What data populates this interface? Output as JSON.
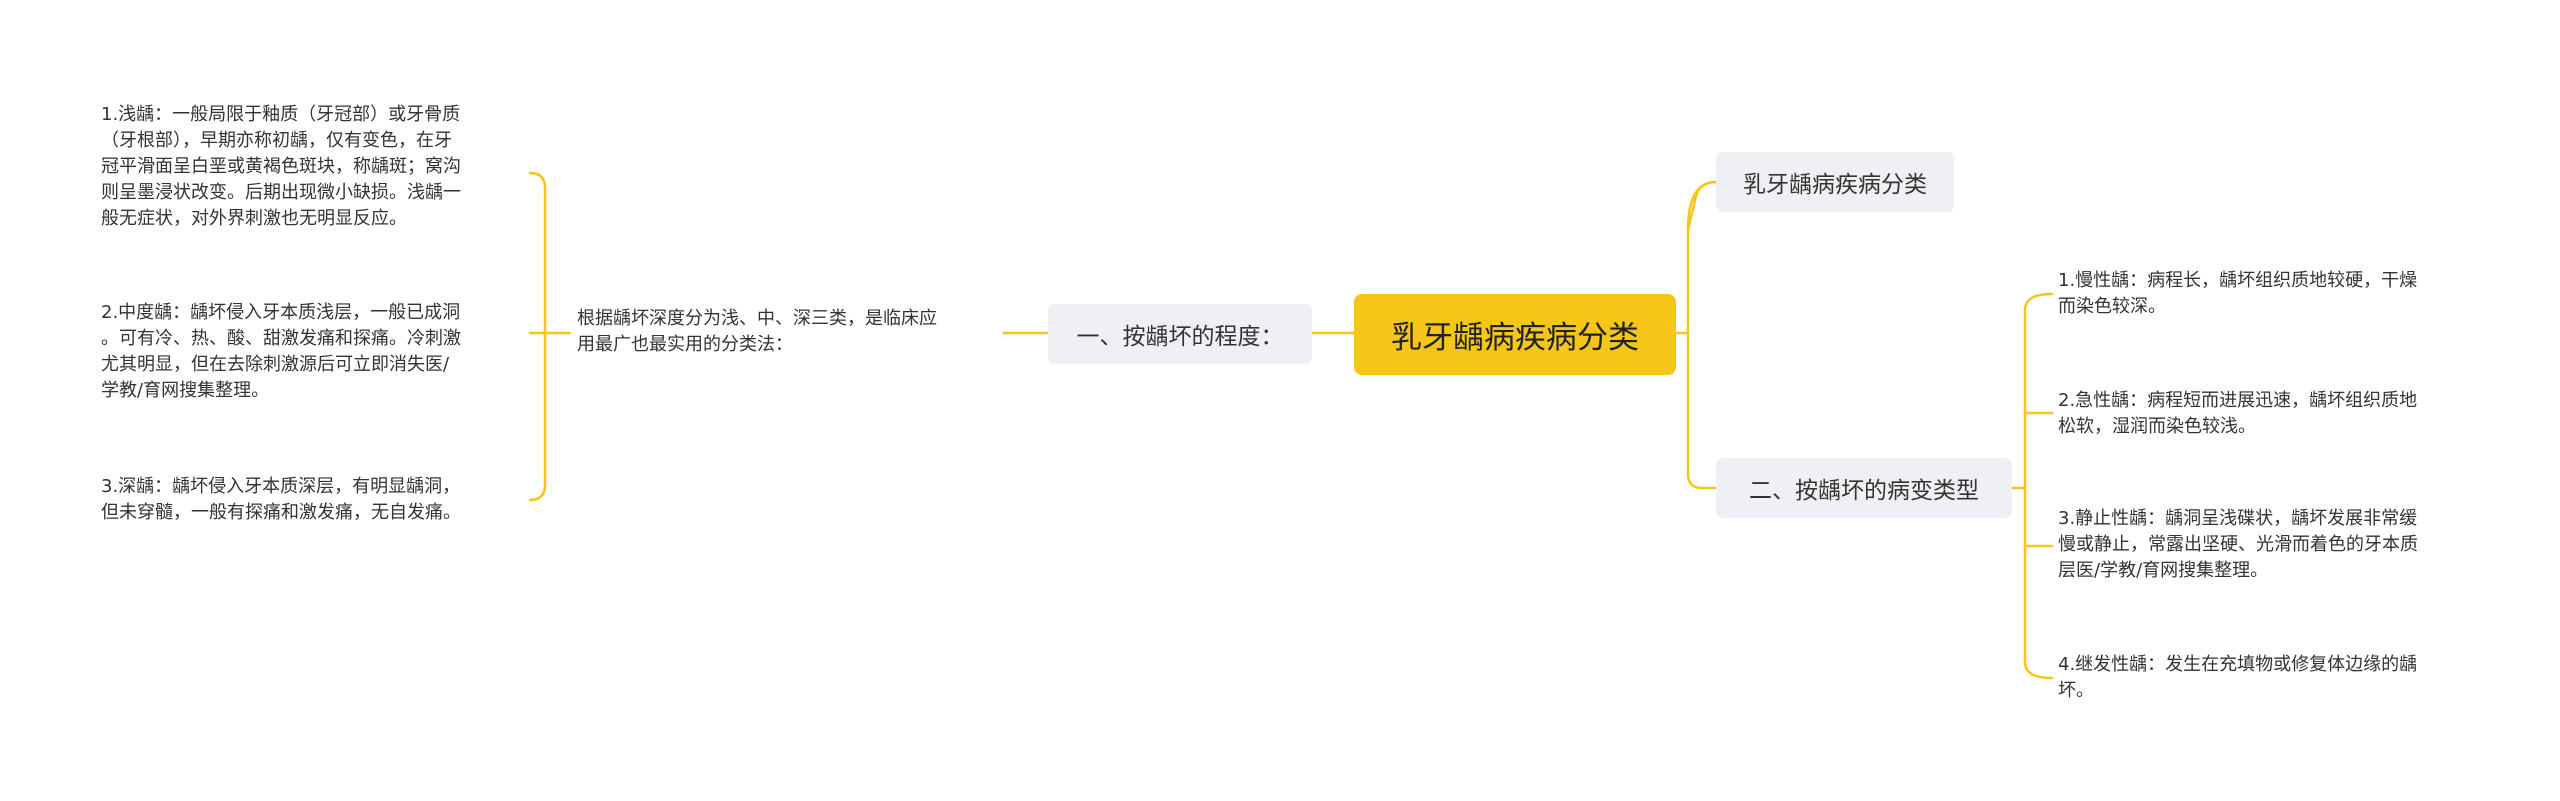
{
  "root": {
    "label": "乳牙龋病疾病分类"
  },
  "left_branch": {
    "topic": "一、按龋坏的程度：",
    "description": "根据龋坏深度分为浅、中、深三类，是临床应\n用最广也最实用的分类法：",
    "items": [
      "1.浅龋：一般局限于釉质（牙冠部）或牙骨质\n（牙根部），早期亦称初龋，仅有变色，在牙\n冠平滑面呈白垩或黄褐色斑块，称龋斑；窝沟\n则呈墨浸状改变。后期出现微小缺损。浅龋一\n般无症状，对外界刺激也无明显反应。",
      "2.中度龋：龋坏侵入牙本质浅层，一般已成洞\n。可有冷、热、酸、甜激发痛和探痛。冷刺激\n尤其明显，但在去除刺激源后可立即消失医/\n学教/育网搜集整理。",
      "3.深龋：龋坏侵入牙本质深层，有明显龋洞，\n但未穿髓，一般有探痛和激发痛，无自发痛。"
    ]
  },
  "right_branch_1": {
    "topic": "乳牙龋病疾病分类"
  },
  "right_branch_2": {
    "topic": "二、按龋坏的病变类型",
    "items": [
      "1.慢性龋：病程长，龋坏组织质地较硬，干燥\n而染色较深。",
      "2.急性龋：病程短而进展迅速，龋坏组织质地\n松软，湿润而染色较浅。",
      "3.静止性龋：龋洞呈浅碟状，龋坏发展非常缓\n慢或静止，常露出坚硬、光滑而着色的牙本质\n层医/学教/育网搜集整理。",
      "4.继发性龋：发生在充填物或修复体边缘的龋\n坏。"
    ]
  },
  "colors": {
    "accent": "#f5c518",
    "connector": "#f5c518",
    "topic_bg": "#eef0f3"
  }
}
